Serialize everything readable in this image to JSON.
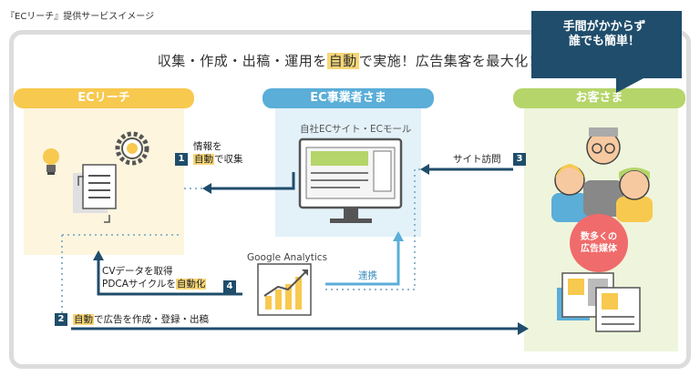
{
  "caption": "『ECリーチ』提供サービスイメージ",
  "headline": {
    "pre": "収集・作成・出稿・運用を",
    "hi": "自動",
    "post": "で実施！広告集客を最大化！"
  },
  "banner": {
    "line1": "手間がかからず",
    "line2": "誰でも簡単！"
  },
  "columns": {
    "left": {
      "title": "ECリーチ"
    },
    "center": {
      "title": "EC事業者さま",
      "subtitle": "自社ECサイト・ECモール"
    },
    "right": {
      "title": "お客さま"
    }
  },
  "steps": {
    "s1": {
      "num": "1",
      "line1": "情報を",
      "hi": "自動",
      "post": "で収集"
    },
    "s2": {
      "num": "2",
      "hi": "自動",
      "post": "で広告を作成・登録・出稿"
    },
    "s3": {
      "num": "3",
      "text": "サイト訪問"
    },
    "s4": {
      "num": "4",
      "line1": "CVデータを取得",
      "pre": "PDCAサイクルを",
      "hi": "自動化"
    }
  },
  "analytics": {
    "title": "Google Analytics",
    "link_label": "連携"
  },
  "media_circle": {
    "line1": "数多くの",
    "line2": "広告媒体"
  },
  "colors": {
    "left": "#f8c94f",
    "center": "#5aaed8",
    "right": "#b5d56a",
    "navy": "#1f4d6b",
    "accent": "#f06b6b",
    "highlight": "#f6d677"
  }
}
